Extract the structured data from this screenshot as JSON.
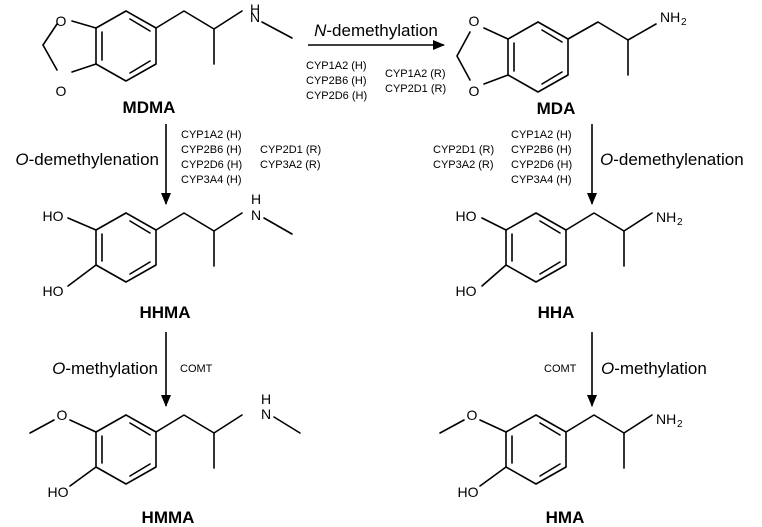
{
  "compounds": {
    "mdma": {
      "name": "MDMA",
      "atoms": [
        "O",
        "O",
        "N",
        "H"
      ]
    },
    "mda": {
      "name": "MDA",
      "atoms": [
        "O",
        "O",
        "NH",
        "2"
      ]
    },
    "hhma": {
      "name": "HHMA",
      "atoms": [
        "HO",
        "HO",
        "N",
        "H"
      ]
    },
    "hha": {
      "name": "HHA",
      "atoms": [
        "HO",
        "HO",
        "NH",
        "2"
      ]
    },
    "hmma": {
      "name": "HMMA",
      "atoms": [
        "O",
        "HO",
        "N",
        "H"
      ]
    },
    "hma": {
      "name": "HMA",
      "atoms": [
        "O",
        "HO",
        "NH",
        "2"
      ]
    }
  },
  "reactions": {
    "n_demethylation": {
      "label_italic": "N",
      "label_rest": "-demethylation",
      "enzymes_col1": [
        "CYP1A2 (H)",
        "CYP2B6 (H)",
        "CYP2D6 (H)"
      ],
      "enzymes_col2": [
        "CYP1A2 (R)",
        "CYP2D1 (R)"
      ]
    },
    "o_demethylenation_left": {
      "label_italic": "O",
      "label_rest": "-demethylenation",
      "enzymes_col1": [
        "CYP1A2 (H)",
        "CYP2B6 (H)",
        "CYP2D6 (H)",
        "CYP3A4 (H)"
      ],
      "enzymes_col2": [
        "CYP2D1 (R)",
        "CYP3A2 (R)"
      ]
    },
    "o_demethylenation_right": {
      "label_italic": "O",
      "label_rest": "-demethylenation",
      "enzymes_col1": [
        "CYP2D1 (R)",
        "CYP3A2 (R)"
      ],
      "enzymes_col2": [
        "CYP1A2 (H)",
        "CYP2B6 (H)",
        "CYP2D6 (H)",
        "CYP3A4 (H)"
      ]
    },
    "o_methylation_left": {
      "label_italic": "O",
      "label_rest": "-methylation",
      "enzyme": "COMT"
    },
    "o_methylation_right": {
      "label_italic": "O",
      "label_rest": "-methylation",
      "enzyme": "COMT"
    }
  }
}
